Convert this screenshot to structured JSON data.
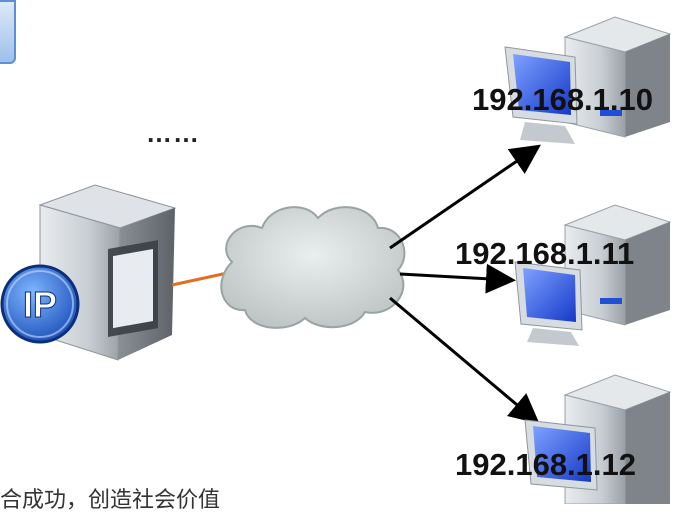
{
  "ellipsis": "……",
  "server": {
    "badge": "IP"
  },
  "clients": [
    {
      "ip": "192.168.1.10"
    },
    {
      "ip": "192.168.1.11"
    },
    {
      "ip": "192.168.1.12"
    }
  ],
  "caption": "合成功，创造社会价值",
  "colors": {
    "link": "#e07020",
    "arrow": "#000000",
    "cloud": "#c9cfcf",
    "screen": "#1e4fd6"
  }
}
